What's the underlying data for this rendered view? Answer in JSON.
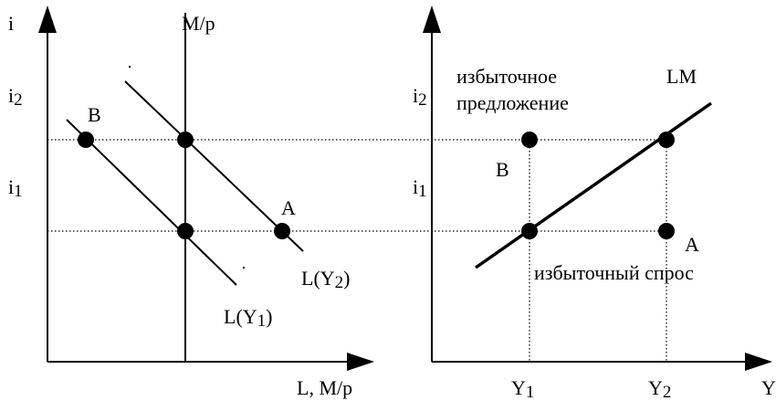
{
  "left_panel": {
    "y_axis_label": "i",
    "x_axis_label": "L, M/p",
    "supply_label": "M/p",
    "tick_i2": "i",
    "tick_i2_sub": "2",
    "tick_i1": "i",
    "tick_i1_sub": "1",
    "point_b": "B",
    "point_a": "A",
    "curve_ly2": "L(Y",
    "curve_ly2_sub": "2",
    "curve_ly2_close": ")",
    "curve_ly1": "L(Y",
    "curve_ly1_sub": "1",
    "curve_ly1_close": ")"
  },
  "right_panel": {
    "x_axis_label": "Y",
    "tick_i2": "i",
    "tick_i2_sub": "2",
    "tick_i1": "i",
    "tick_i1_sub": "1",
    "tick_y1": "Y",
    "tick_y1_sub": "1",
    "tick_y2": "Y",
    "tick_y2_sub": "2",
    "lm_label": "LM",
    "excess_supply_line1": "избыточное",
    "excess_supply_line2": "предложение",
    "excess_demand": "избыточный спрос",
    "point_b": "B",
    "point_a": "A"
  }
}
